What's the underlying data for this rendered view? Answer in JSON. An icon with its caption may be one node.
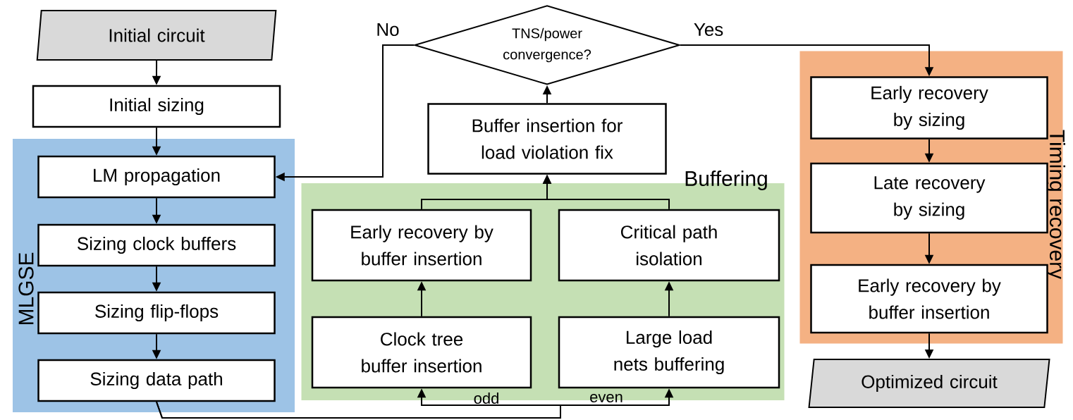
{
  "diagram": {
    "nodes": [
      {
        "text": [
          "Initial circuit"
        ]
      },
      {
        "text": [
          "Initial sizing"
        ]
      },
      {
        "text": [
          "MLGSE"
        ]
      },
      {
        "text": [
          "LM propagation"
        ],
        "in": 2
      },
      {
        "text": [
          "Sizing clock buffers"
        ],
        "in": 2
      },
      {
        "text": [
          "Sizing flip-flops"
        ],
        "in": 2
      },
      {
        "text": [
          "Sizing data path"
        ],
        "in": 2
      },
      {
        "text": [
          "Buffering"
        ]
      },
      {
        "text": [
          "Early recovery by buffer insertion"
        ],
        "in": 7
      },
      {
        "text": [
          "Critical path isolation"
        ],
        "in": 7
      },
      {
        "text": [
          "Clock tree buffer insertion"
        ],
        "in": 7
      },
      {
        "text": [
          "Large load nets buffering"
        ],
        "in": 7
      },
      {
        "text": [
          "Buffer insertion for load violation fix"
        ]
      },
      {
        "text": [
          "TNS/power convergence?"
        ]
      },
      {
        "text": [
          "Timing recovery"
        ]
      },
      {
        "text": [
          "Early recovery by sizing"
        ],
        "in": 14
      },
      {
        "text": [
          "Late recovery by sizing"
        ],
        "in": 14
      },
      {
        "text": [
          "Early recovery by buffer insertion"
        ],
        "in": 14
      },
      {
        "text": [
          "Optimized circuit"
        ]
      }
    ],
    "edges": [
      {
        "from": 0,
        "to": 1,
        "arrow": "to"
      },
      {
        "from": 1,
        "to": 3,
        "arrow": "to"
      },
      {
        "from": 3,
        "to": 4,
        "arrow": "to"
      },
      {
        "from": 4,
        "to": 5,
        "arrow": "to"
      },
      {
        "from": 5,
        "to": 6,
        "arrow": "to"
      },
      {
        "from": 6,
        "to": 10,
        "arrow": "to",
        "label": "odd"
      },
      {
        "from": 6,
        "to": 11,
        "arrow": "to",
        "label": "even"
      },
      {
        "from": 10,
        "to": 8,
        "arrow": "to"
      },
      {
        "from": 11,
        "to": 9,
        "arrow": "to"
      },
      {
        "from": 8,
        "to": 12,
        "arrow": "to"
      },
      {
        "from": 9,
        "to": 12,
        "arrow": "to"
      },
      {
        "from": 12,
        "to": 13,
        "arrow": "to"
      },
      {
        "from": 13,
        "to": 3,
        "arrow": "to",
        "label": "No"
      },
      {
        "from": 13,
        "to": 15,
        "arrow": "to",
        "label": "Yes"
      },
      {
        "from": 15,
        "to": 16,
        "arrow": "to"
      },
      {
        "from": 16,
        "to": 17,
        "arrow": "to"
      },
      {
        "from": 17,
        "to": 18,
        "arrow": "to"
      }
    ]
  }
}
